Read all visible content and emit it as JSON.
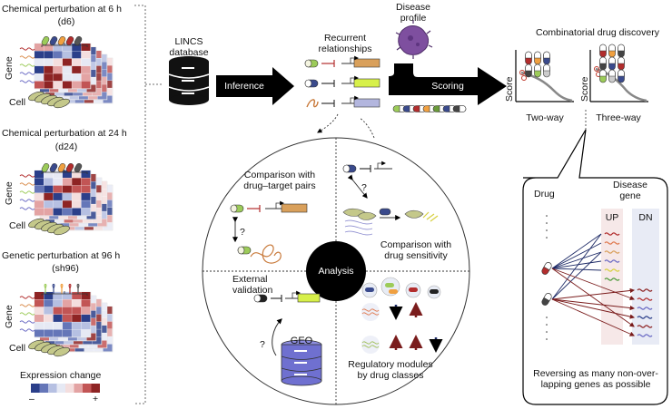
{
  "left_panel": {
    "sections": [
      {
        "title": "Chemical perturbation at 6 h",
        "code": "(d6)",
        "gene": "Gene",
        "cell": "Cell"
      },
      {
        "title": "Chemical perturbation at 24 h",
        "code": "(d24)",
        "gene": "Gene",
        "cell": "Cell"
      },
      {
        "title": "Genetic perturbation at 96 h",
        "code": "(sh96)",
        "gene": "Gene",
        "cell": "Cell"
      }
    ],
    "legend": {
      "title": "Expression change",
      "minus": "–",
      "plus": "+"
    }
  },
  "flow": {
    "lincs": "LINCS\ndatabase",
    "inference": "Inference",
    "recurrent": "Recurrent\nrelationships",
    "disease_profile": "Disease\nprofile",
    "scoring": "Scoring"
  },
  "combinatorial": {
    "title": "Combinatorial drug discovery",
    "score": "Score",
    "two_way": "Two-way",
    "three_way": "Three-way"
  },
  "analysis": {
    "center": "Analysis",
    "q1": "Comparison with\ndrug–target pairs",
    "q2": "Comparison with\ndrug sensitivity",
    "q3": "External\nvalidation",
    "q4": "Regulatory modules\nby drug classes",
    "geo": "GEO",
    "question": "?"
  },
  "callout": {
    "drug": "Drug",
    "disease_gene": "Disease\ngene",
    "up": "UP",
    "dn": "DN",
    "caption": "Reversing as many non-over-\nlapping genes as possible"
  },
  "colors": {
    "red": "#b22d2d",
    "blue": "#3b4f9a",
    "light_red": "#f2c6c6",
    "light_blue": "#c6cdea",
    "arrow": "#000000"
  }
}
